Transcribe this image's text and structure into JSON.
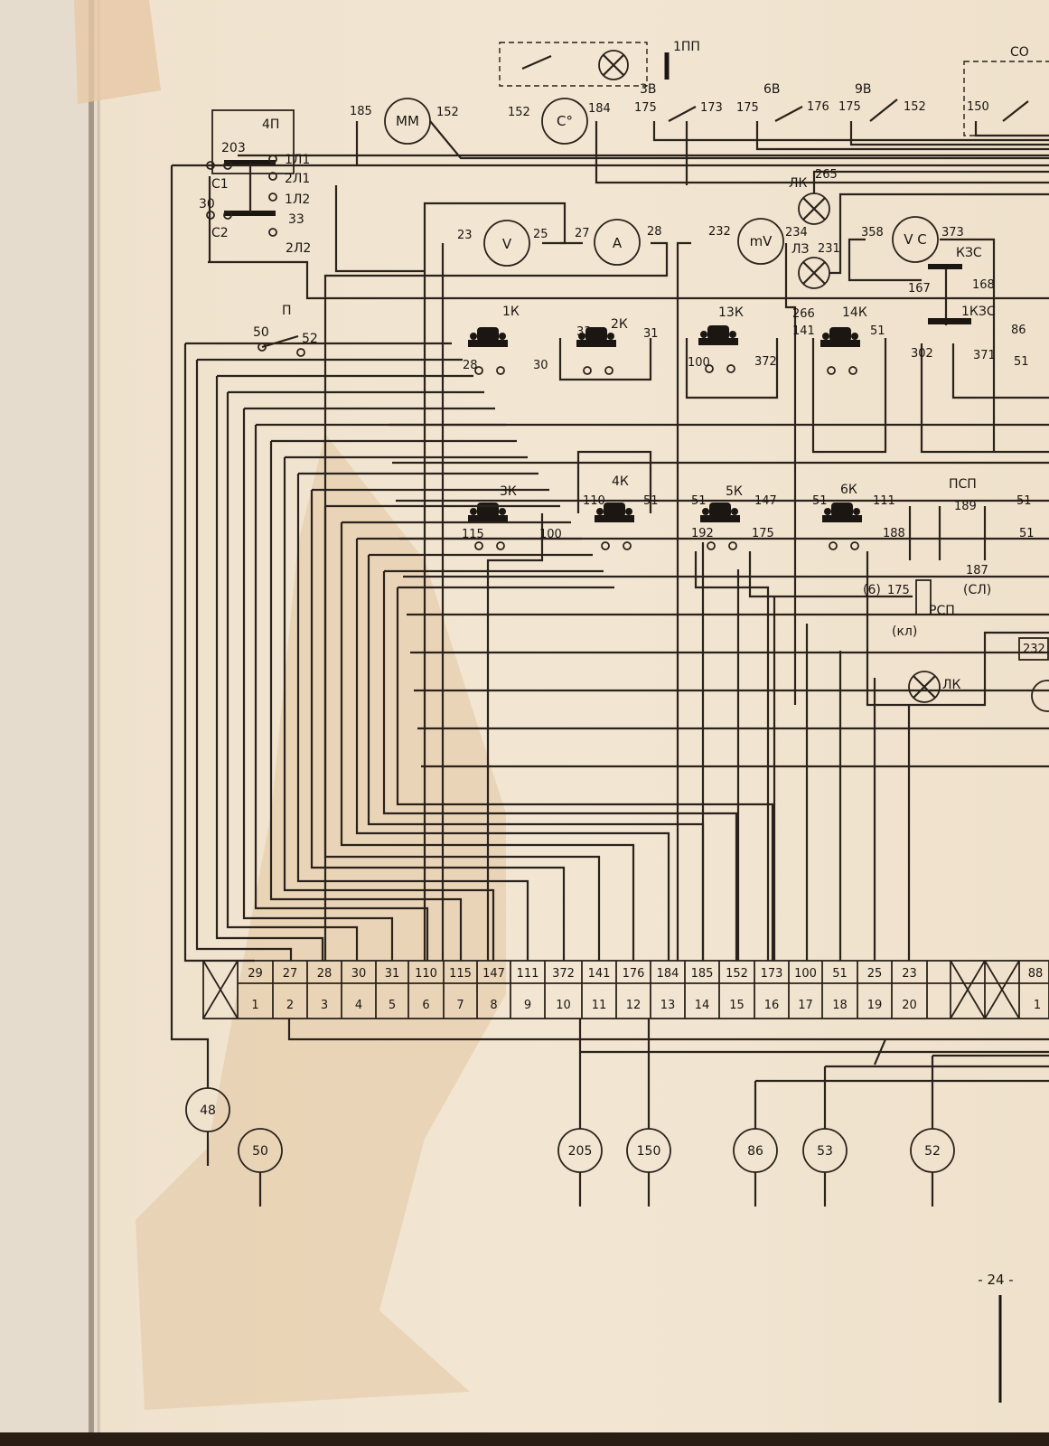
{
  "page_number": "- 24 -",
  "terminal_block": {
    "top": [
      "29",
      "27",
      "28",
      "30",
      "31",
      "110",
      "115",
      "147",
      "111",
      "372",
      "141",
      "176",
      "184",
      "185",
      "152",
      "173",
      "100",
      "51",
      "25",
      "23",
      "88"
    ],
    "bottom": [
      "1",
      "2",
      "3",
      "4",
      "5",
      "6",
      "7",
      "8",
      "9",
      "10",
      "11",
      "12",
      "13",
      "14",
      "15",
      "16",
      "17",
      "18",
      "19",
      "20",
      "1"
    ]
  },
  "connectors": [
    "48",
    "50",
    "205",
    "150",
    "86",
    "53",
    "52"
  ],
  "meters": {
    "mm": "ММ",
    "co": "С°",
    "v": "V",
    "a": "A",
    "mv": "mV",
    "vc": "V С"
  },
  "devices": {
    "p4": "4П",
    "s1": "С1",
    "s2": "С2",
    "c1l1": "1Л1",
    "c2l1": "2Л1",
    "c1l2": "1Л2",
    "c2l2": "2Л2",
    "n203": "203",
    "n30": "30",
    "n33": "33",
    "p": "П",
    "p50": "50",
    "p52": "52",
    "pp1": "1ПП",
    "v3": "3В",
    "v6": "6В",
    "v9": "9В",
    "co_box": "СО",
    "lk1": "ЛК",
    "lz": "ЛЗ",
    "kzs": "КЗС",
    "k1zs": "1КЗС",
    "k1": "1К",
    "k2": "2К",
    "k13": "13К",
    "k14": "14К",
    "k3": "3К",
    "k4": "4К",
    "k5": "5К",
    "k6": "6К",
    "psp": "ПСП",
    "rsp": "РСП",
    "lk2": "ЛК",
    "sl": "(СЛ)",
    "kl": "(кл)",
    "n6": "(6)"
  },
  "wire_numbers": {
    "a185": "185",
    "a152": "152",
    "b152": "152",
    "b184": "184",
    "v3_175": "175",
    "v3_173": "173",
    "v6_175": "175",
    "v6_176": "176",
    "v9_175": "175",
    "v9_152": "152",
    "co150": "150",
    "m23": "23",
    "m25": "25",
    "m27": "27",
    "m28": "28",
    "m232": "232",
    "m234": "234",
    "m231": "231",
    "m358": "358",
    "m373": "373",
    "m265": "265",
    "m266": "266",
    "k1_28": "28",
    "k1_30": "30",
    "k2_33": "33",
    "k2_31": "31",
    "k13_100": "100",
    "k13_372": "372",
    "k14_141": "141",
    "k14_51": "51",
    "kzs167": "167",
    "kzs168": "168",
    "kzs302": "302",
    "kzs371": "371",
    "r86": "86",
    "r51": "51",
    "k3_115": "115",
    "k3_100": "100",
    "k4_110": "110",
    "k4_51": "51",
    "k5_51": "51",
    "k5_147": "147",
    "k5_192": "192",
    "k5_175": "175",
    "k6_51": "51",
    "k6_111": "111",
    "k6_188": "188",
    "psp189": "189",
    "psp187": "187",
    "rsp175": "175",
    "r2_51": "51",
    "r2_51b": "51",
    "r232": "232"
  }
}
